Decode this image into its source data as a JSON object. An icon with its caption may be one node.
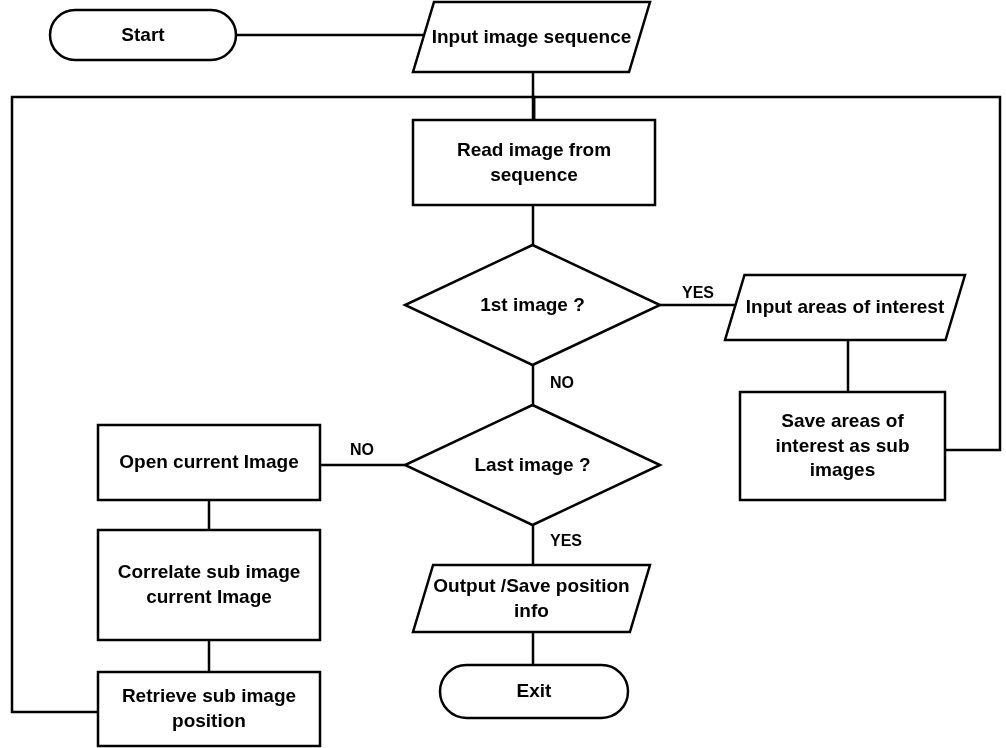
{
  "diagram": {
    "nodes": [
      {
        "text": [
          "Start"
        ]
      },
      {
        "text": [
          "Input image sequence"
        ]
      },
      {
        "text": [
          "Read image from sequence"
        ]
      },
      {
        "text": [
          "1st image ?"
        ]
      },
      {
        "text": [
          "Input areas of interest"
        ]
      },
      {
        "text": [
          "Save areas of interest as sub images"
        ]
      },
      {
        "text": [
          "Last image ?"
        ]
      },
      {
        "text": [
          "Open current Image"
        ]
      },
      {
        "text": [
          "Correlate sub image current Image"
        ]
      },
      {
        "text": [
          "Retrieve sub image position"
        ]
      },
      {
        "text": [
          "Output /Save position info"
        ]
      },
      {
        "text": [
          "Exit"
        ]
      }
    ],
    "edges": [
      {
        "from": 0,
        "to": 1,
        "arrow": "none"
      },
      {
        "from": 1,
        "to": 2,
        "arrow": "none"
      },
      {
        "from": 2,
        "to": 3,
        "arrow": "none"
      },
      {
        "from": 3,
        "to": 4,
        "arrow": "none",
        "label": "YES"
      },
      {
        "from": 4,
        "to": 5,
        "arrow": "none"
      },
      {
        "from": 5,
        "to": 2,
        "arrow": "none"
      },
      {
        "from": 3,
        "to": 6,
        "arrow": "none",
        "label": "NO"
      },
      {
        "from": 6,
        "to": 7,
        "arrow": "none",
        "label": "NO"
      },
      {
        "from": 7,
        "to": 8,
        "arrow": "none"
      },
      {
        "from": 8,
        "to": 9,
        "arrow": "none"
      },
      {
        "from": 9,
        "to": 2,
        "arrow": "none"
      },
      {
        "from": 6,
        "to": 10,
        "arrow": "none",
        "label": "YES"
      },
      {
        "from": 10,
        "to": 11,
        "arrow": "none"
      }
    ]
  }
}
